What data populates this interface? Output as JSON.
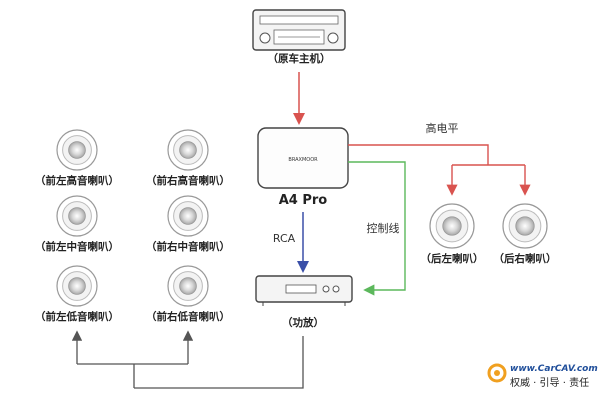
{
  "head_unit": {
    "label": "（原车主机）"
  },
  "processor": {
    "label": "A4 Pro",
    "brand_text": "BRAXMOOR"
  },
  "amplifier": {
    "label": "（功放）"
  },
  "signals": {
    "high_level": "高电平",
    "control_wire": "控制线",
    "rca": "RCA"
  },
  "front_speakers": [
    {
      "label": "（前左高音喇叭）"
    },
    {
      "label": "（前右高音喇叭）"
    },
    {
      "label": "（前左中音喇叭）"
    },
    {
      "label": "（前右中音喇叭）"
    },
    {
      "label": "（前左低音喇叭）"
    },
    {
      "label": "（前右低音喇叭）"
    }
  ],
  "rear_speakers": [
    {
      "label": "（后左喇叭）"
    },
    {
      "label": "（后右喇叭）"
    }
  ],
  "watermark": {
    "url": "www.CarCAV.com",
    "slogan": "权威 · 引导 · 责任"
  },
  "colors": {
    "high_level_line": "#d9534f",
    "control_line": "#5cb85c",
    "rca_line": "#3a4fa8",
    "bus_line": "#555555"
  }
}
